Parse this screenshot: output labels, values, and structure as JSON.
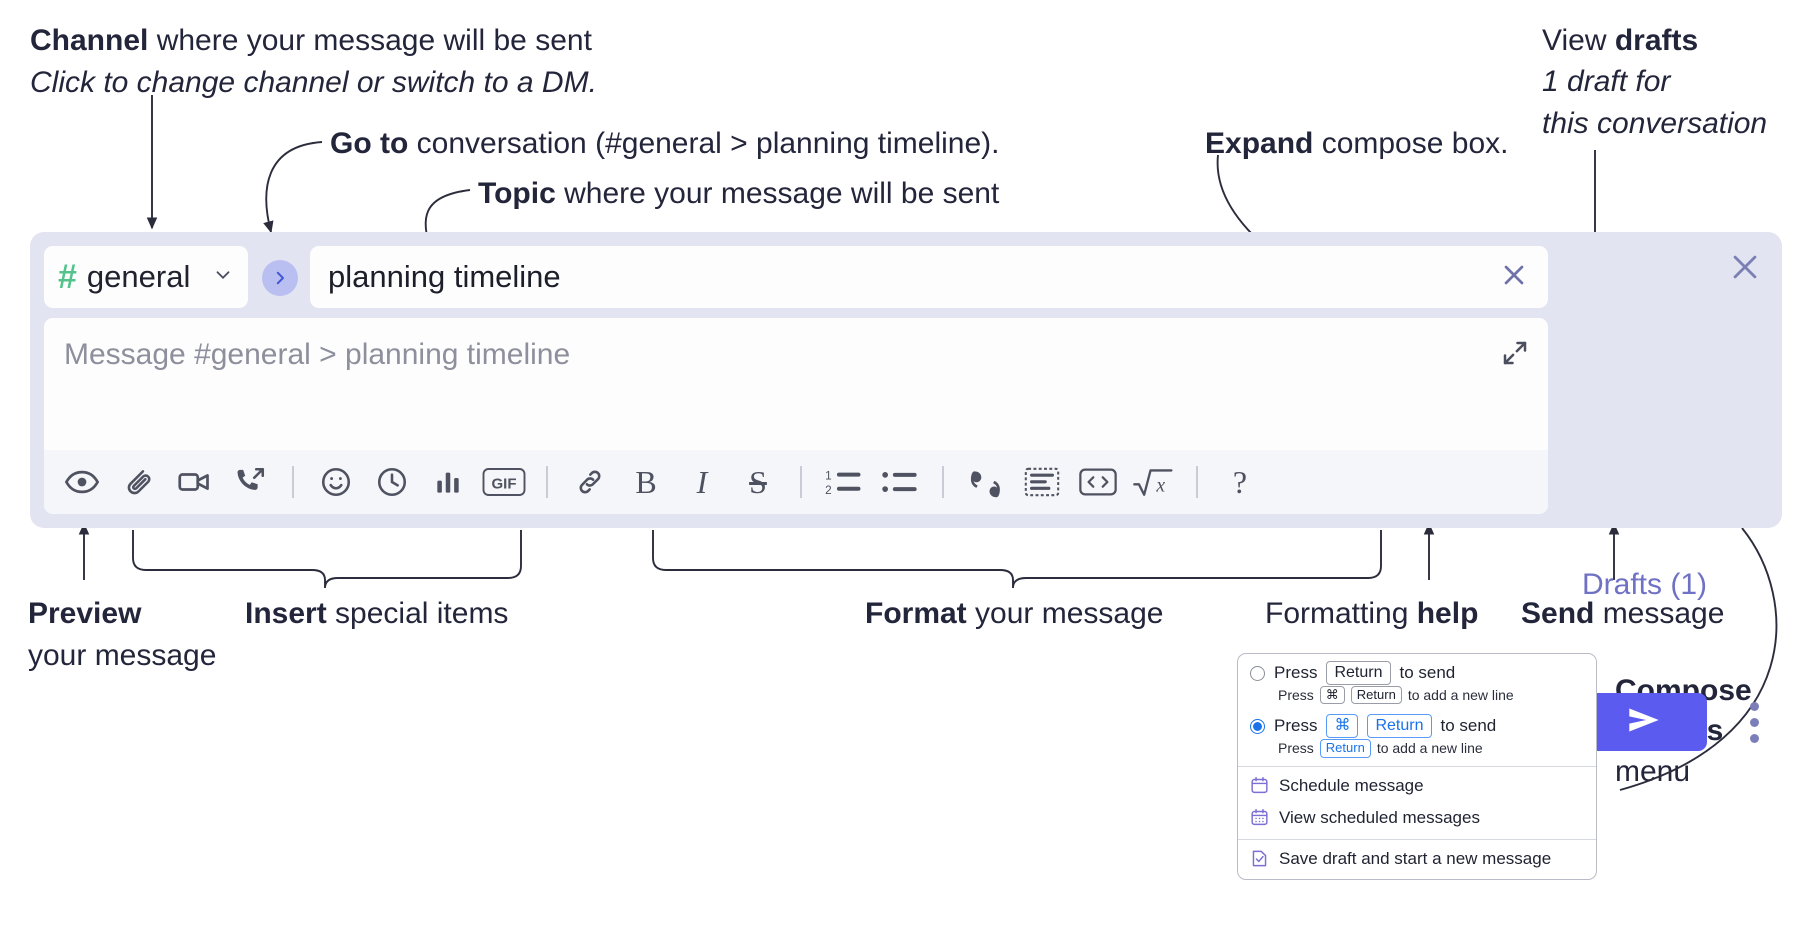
{
  "annotations": {
    "channel": {
      "bold": "Channel",
      "rest": " where your message will be sent",
      "italic": "Click to change channel or switch to a DM."
    },
    "goto": {
      "bold": "Go to",
      "rest": " conversation (#general > planning timeline)."
    },
    "topic": {
      "bold": "Topic",
      "rest": " where your message will be sent"
    },
    "expand": {
      "bold": "Expand",
      "rest": " compose box."
    },
    "drafts": {
      "plain": "View ",
      "bold": "drafts",
      "italic1": "1 draft for",
      "italic2": "this conversation"
    },
    "preview": {
      "bold": "Preview",
      "rest": "your message"
    },
    "insert": {
      "bold": "Insert",
      "rest": " special items"
    },
    "format": {
      "bold": "Format",
      "rest": " your message"
    },
    "help": {
      "plain": "Formatting ",
      "bold": "help"
    },
    "send": {
      "bold": "Send",
      "rest": " message"
    },
    "compose_options": {
      "bold1": "Compose",
      "bold2": "options",
      "rest": "menu"
    }
  },
  "compose": {
    "channel_name": "general",
    "channel_hash": "#",
    "topic_value": "planning timeline",
    "message_placeholder": "Message #general > planning timeline",
    "drafts_label": "Drafts (1)",
    "toolbar": [
      {
        "name": "preview-icon",
        "label": ""
      },
      {
        "name": "attachment-icon",
        "label": ""
      },
      {
        "name": "video-icon",
        "label": ""
      },
      {
        "name": "call-icon",
        "label": ""
      },
      {
        "name": "separator",
        "label": ""
      },
      {
        "name": "emoji-icon",
        "label": ""
      },
      {
        "name": "reminder-clock-icon",
        "label": ""
      },
      {
        "name": "poll-bars-icon",
        "label": ""
      },
      {
        "name": "gif-icon",
        "label": "GIF"
      },
      {
        "name": "separator",
        "label": ""
      },
      {
        "name": "link-icon",
        "label": ""
      },
      {
        "name": "bold-icon",
        "label": "B"
      },
      {
        "name": "italic-icon",
        "label": "I"
      },
      {
        "name": "strikethrough-icon",
        "label": "S"
      },
      {
        "name": "separator",
        "label": ""
      },
      {
        "name": "ordered-list-icon",
        "label": ""
      },
      {
        "name": "bulleted-list-icon",
        "label": ""
      },
      {
        "name": "separator",
        "label": ""
      },
      {
        "name": "blockquote-icon",
        "label": ""
      },
      {
        "name": "code-block-icon",
        "label": ""
      },
      {
        "name": "inline-code-icon",
        "label": ""
      },
      {
        "name": "math-icon",
        "label": ""
      },
      {
        "name": "separator",
        "label": ""
      },
      {
        "name": "help-icon",
        "label": "?"
      }
    ]
  },
  "options_menu": {
    "radio_options": [
      {
        "selected": false,
        "main_pre": "Press ",
        "main_key": "Return",
        "main_post": " to send",
        "sub_pre": "Press ",
        "sub_key1": "⌘",
        "sub_key2": "Return",
        "sub_post": " to add a new line"
      },
      {
        "selected": true,
        "main_pre": "Press ",
        "main_key1": "⌘",
        "main_key2": "Return",
        "main_post": " to send",
        "sub_pre": "Press ",
        "sub_key": "Return",
        "sub_post": " to add a new line"
      }
    ],
    "items": [
      {
        "icon": "calendar-clock-icon",
        "label": "Schedule message"
      },
      {
        "icon": "calendar-grid-icon",
        "label": "View scheduled messages"
      },
      {
        "icon": "save-draft-icon",
        "label": "Save draft and start a new message"
      }
    ]
  },
  "colors": {
    "widget_bg": "#e3e4f1",
    "accent_purple": "#5b5bf0",
    "drafts_text": "#6f71c4",
    "hash_green": "#53c38b",
    "goto_chip": "#b9bff0",
    "radio_blue": "#1a73e8",
    "menu_icon_purple": "#7c6fd4"
  }
}
